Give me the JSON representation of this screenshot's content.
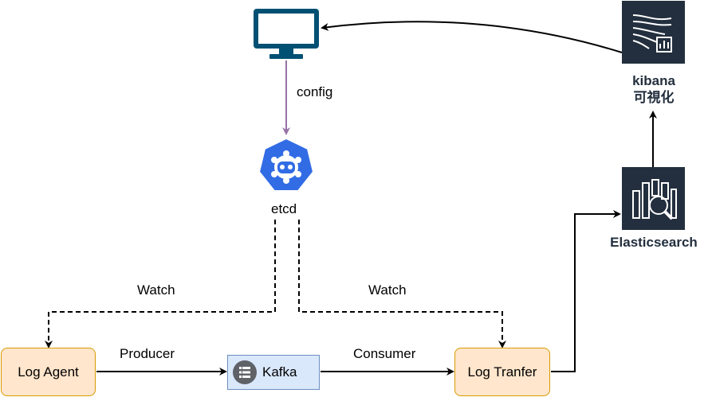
{
  "nodes": {
    "monitor": {
      "icon": "monitor-icon"
    },
    "etcd": {
      "label": "etcd",
      "icon": "kubernetes-etcd-icon",
      "color": "#326ce5"
    },
    "kibana": {
      "label_line1": "kibana",
      "label_line2": "可視化",
      "icon": "kibana-icon"
    },
    "elasticsearch": {
      "label": "Elasticsearch",
      "icon": "elasticsearch-icon"
    },
    "log_agent": {
      "label": "Log Agent"
    },
    "kafka": {
      "label": "Kafka",
      "icon": "list-icon"
    },
    "log_tranfer": {
      "label": "Log Tranfer"
    }
  },
  "edges": {
    "config": "config",
    "watch_left": "Watch",
    "watch_right": "Watch",
    "producer": "Producer",
    "consumer": "Consumer"
  },
  "colors": {
    "monitor": "#005073",
    "aws_dark": "#232f3e",
    "config_arrow": "#9673a6",
    "box_orange_fill": "#ffe6cc",
    "box_orange_stroke": "#d79b00",
    "box_blue_fill": "#dae8fc",
    "box_blue_stroke": "#6c8ebf"
  }
}
